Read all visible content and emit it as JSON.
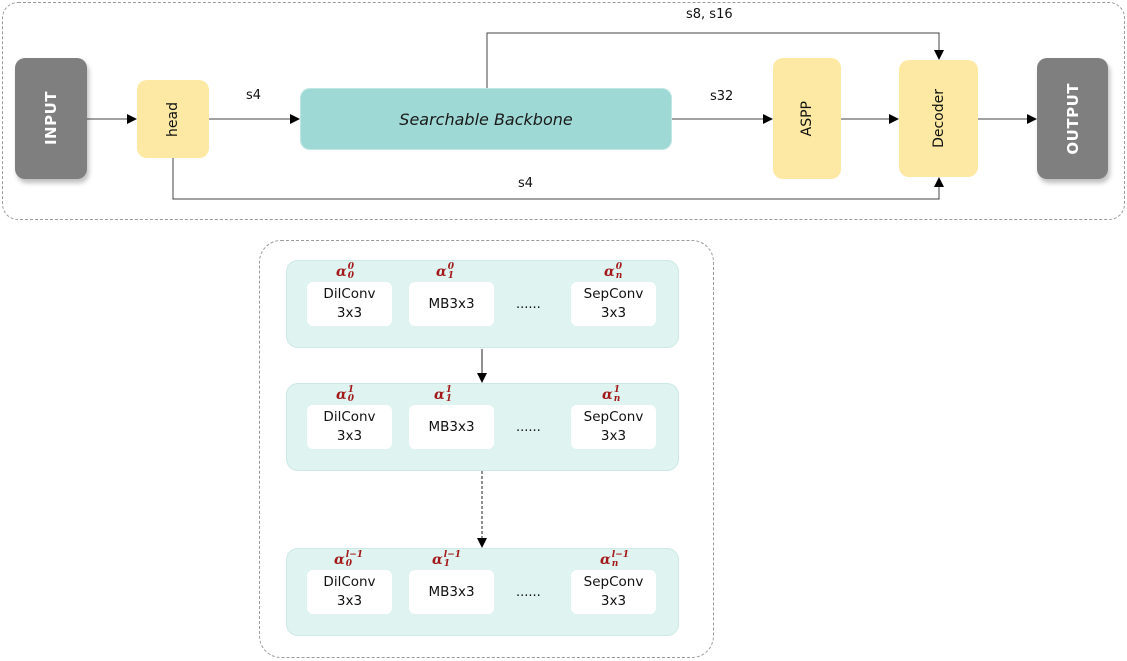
{
  "pipeline": {
    "nodes": {
      "input": "INPUT",
      "head": "head",
      "backbone": "Searchable Backbone",
      "aspp": "ASPP",
      "decoder": "Decoder",
      "output": "OUTPUT"
    },
    "edge_labels": {
      "head_to_backbone": "s4",
      "backbone_to_decoder_skip": "s8, s16",
      "backbone_to_aspp": "s32",
      "head_to_decoder_skip": "s4"
    }
  },
  "search_space": {
    "ellipsis": "......",
    "rows": [
      {
        "layer_sup": "0",
        "ops": [
          {
            "alpha_sub": "0",
            "label_line1": "DilConv",
            "label_line2": "3x3"
          },
          {
            "alpha_sub": "1",
            "label_line1": "MB3x3",
            "label_line2": ""
          },
          {
            "alpha_sub": "n",
            "label_line1": "SepConv",
            "label_line2": "3x3"
          }
        ]
      },
      {
        "layer_sup": "1",
        "ops": [
          {
            "alpha_sub": "0",
            "label_line1": "DilConv",
            "label_line2": "3x3"
          },
          {
            "alpha_sub": "1",
            "label_line1": "MB3x3",
            "label_line2": ""
          },
          {
            "alpha_sub": "n",
            "label_line1": "SepConv",
            "label_line2": "3x3"
          }
        ]
      },
      {
        "layer_sup": "l−1",
        "ops": [
          {
            "alpha_sub": "0",
            "label_line1": "DilConv",
            "label_line2": "3x3"
          },
          {
            "alpha_sub": "1",
            "label_line1": "MB3x3",
            "label_line2": ""
          },
          {
            "alpha_sub": "n",
            "label_line1": "SepConv",
            "label_line2": "3x3"
          }
        ]
      }
    ],
    "alpha_symbol": "α"
  },
  "colors": {
    "io_node": "#7f7f7f",
    "module_node": "#fde9a3",
    "backbone": "#9ed9d5",
    "search_row": "#dff3f1",
    "alpha": "#a31818"
  }
}
